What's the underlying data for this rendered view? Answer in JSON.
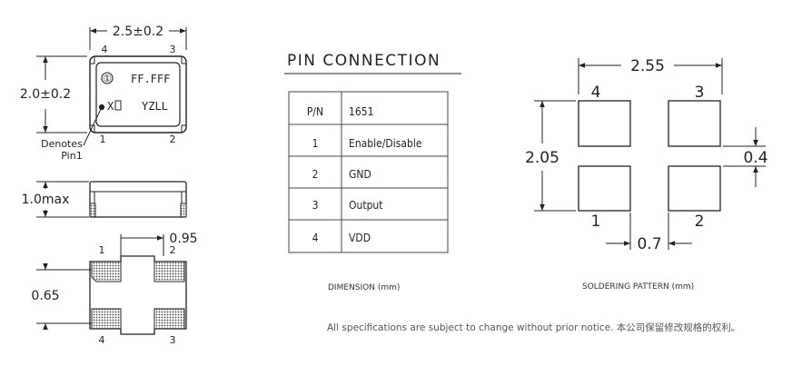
{
  "package": {
    "width_dim": "2.5±0.2",
    "height_dim": "2.0±0.2",
    "thickness_dim": "1.0max",
    "top_pins": [
      "4",
      "3"
    ],
    "bottom_pins": [
      "1",
      "2"
    ],
    "marking_line1": "FF.FFF",
    "marking_line2": "X",
    "marking_line2b": "YZLL",
    "logo_glyph": "①",
    "pin1_note_line1": "Denotes",
    "pin1_note_line2": "Pin1",
    "pad_pitch_h": "0.95",
    "pad_pitch_v": "0.65",
    "bottom_top_pins": [
      "1",
      "2"
    ],
    "bottom_bottom_pins": [
      "4",
      "3"
    ]
  },
  "pin_connection": {
    "title": "PIN CONNECTION",
    "header": [
      "P/N",
      "1651"
    ],
    "rows": [
      [
        "1",
        "Enable/Disable"
      ],
      [
        "2",
        "GND"
      ],
      [
        "3",
        "Output"
      ],
      [
        "4",
        "VDD"
      ]
    ]
  },
  "soldering": {
    "width_dim": "2.55",
    "height_dim": "2.05",
    "pad_dim": "0.4",
    "gap_dim": "0.7",
    "pad_labels_top": [
      "4",
      "3"
    ],
    "pad_labels_bottom": [
      "1",
      "2"
    ]
  },
  "captions": {
    "dimension": "DIMENSION (mm)",
    "soldering": "SOLDERING PATTERN (mm)",
    "footnote": "All specifications are subject to change without prior notice. 本公司保留修改规格的权利。"
  }
}
